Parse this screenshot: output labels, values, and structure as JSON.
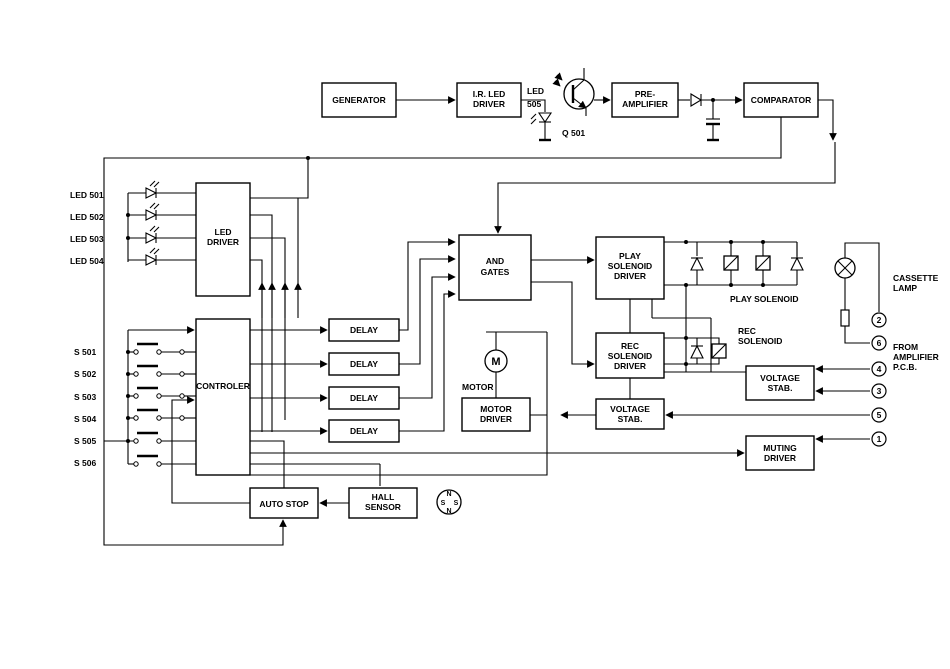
{
  "blocks": {
    "generator": "GENERATOR",
    "ir_led_driver": [
      "I.R. LED",
      "DRIVER"
    ],
    "preamplifier": [
      "PRE-",
      "AMPLIFIER"
    ],
    "comparator": "COMPARATOR",
    "led_driver": [
      "LED",
      "DRIVER"
    ],
    "and_gates": [
      "AND",
      "GATES"
    ],
    "play_solenoid_driver": [
      "PLAY",
      "SOLENOID",
      "DRIVER"
    ],
    "rec_solenoid_driver": [
      "REC",
      "SOLENOID",
      "DRIVER"
    ],
    "delay": "DELAY",
    "motor_driver": [
      "MOTOR",
      "DRIVER"
    ],
    "voltage_stab": [
      "VOLTAGE",
      "STAB."
    ],
    "controler": "CONTROLER",
    "muting_driver": [
      "MUTING",
      "DRIVER"
    ],
    "auto_stop": "AUTO STOP",
    "hall_sensor": [
      "HALL",
      "SENSOR"
    ]
  },
  "labels": {
    "led_505": [
      "LED",
      "505"
    ],
    "q501": "Q 501",
    "leds": [
      "LED 501",
      "LED 502",
      "LED 503",
      "LED 504"
    ],
    "switches": [
      "S 501",
      "S 502",
      "S 503",
      "S 504",
      "S 505",
      "S 506"
    ],
    "play_solenoid": "PLAY SOLENOID",
    "rec_solenoid": [
      "REC",
      "SOLENOID"
    ],
    "cassette_lamp": [
      "CASSETTE",
      "LAMP"
    ],
    "from_amplifier": [
      "FROM",
      "AMPLIFIER",
      "P.C.B."
    ],
    "motor": "MOTOR",
    "motor_symbol": "M",
    "magnet": [
      "N",
      "S",
      "S",
      "N"
    ]
  },
  "terminals": [
    "2",
    "6",
    "4",
    "3",
    "5",
    "1"
  ]
}
